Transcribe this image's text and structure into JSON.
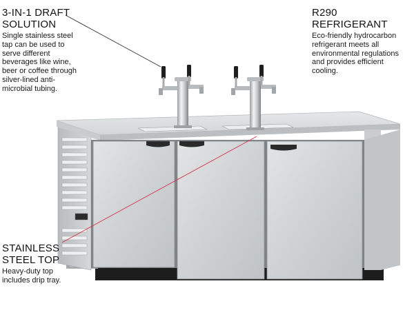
{
  "callouts": {
    "draft": {
      "title_line1": "3-IN-1 DRAFT",
      "title_line2": "SOLUTION",
      "description": "Single stainless steel\ntap can be used to\nserve different\nbeverages like wine,\nbeer or coffee through\nsilver-lined anti-\nmicrobial tubing."
    },
    "refrigerant": {
      "title": "R290 REFRIGERANT",
      "description": "Eco-friendly hydrocarbon\nrefrigerant  meets all\nenvironmental regulations\nand provides efficient\ncooling."
    },
    "steel_top": {
      "title_line1": "STAINLESS",
      "title_line2": "STEEL TOP",
      "description": "Heavy-duty top\nincludes drip tray."
    }
  },
  "product": {
    "door_count": 3,
    "tower_count": 2,
    "taps_per_tower": 2,
    "colors": {
      "steel_light": "#d9dbdc",
      "steel_mid": "#c4c7c9",
      "steel_dark": "#8e9396",
      "base_black": "#1d1d1d",
      "leader_red": "#d4304a",
      "leader_black": "#333333"
    }
  }
}
